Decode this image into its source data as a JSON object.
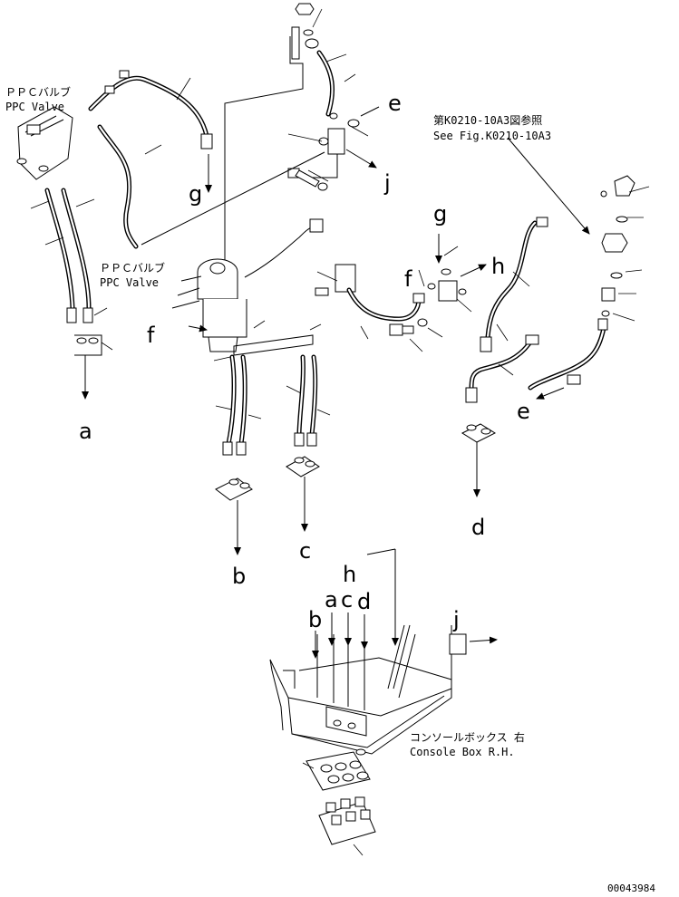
{
  "labels": {
    "ppc_valve_left_jp": "ＰＰＣバルブ",
    "ppc_valve_left_en": "PPC Valve",
    "ppc_valve_center_jp": "ＰＰＣバルブ",
    "ppc_valve_center_en": "PPC Valve",
    "see_fig_jp": "第K0210-10A3図参照",
    "see_fig_en": "See Fig.K0210-10A3",
    "console_jp": "コンソールボックス 右",
    "console_en": "Console Box R.H.",
    "doc_number": "00043984",
    "ref_a": "a",
    "ref_b": "b",
    "ref_c": "c",
    "ref_d": "d",
    "ref_e": "e",
    "ref_f": "f",
    "ref_g": "g",
    "ref_h": "h",
    "ref_j": "j"
  }
}
